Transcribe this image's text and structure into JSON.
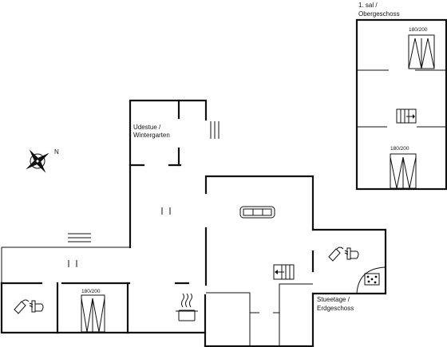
{
  "compass": {
    "north_label": "N"
  },
  "floors": {
    "upper": {
      "line1": "1. sal /",
      "line2": "Obergeschoss"
    },
    "ground": {
      "line1": "Stueetage /",
      "line2": "Erdgeschoss"
    }
  },
  "rooms": {
    "wintergarden": {
      "line1": "Udestue /",
      "line2": "Wintergarten"
    }
  },
  "beds": {
    "upper_top": "180/200",
    "upper_bottom": "180/200",
    "ground": "180/200"
  }
}
